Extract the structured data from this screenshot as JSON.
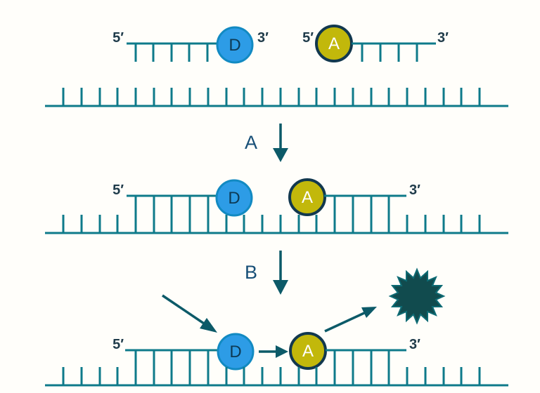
{
  "figure": {
    "probes_row": {
      "donor": {
        "five_prime_label": "5′",
        "three_prime_label": "3′",
        "letter": "D"
      },
      "acceptor": {
        "five_prime_label": "5′",
        "three_prime_label": "3′",
        "letter": "A"
      }
    },
    "steps": {
      "a": "A",
      "b": "B"
    },
    "hybridized_row": {
      "five_prime_label": "5′",
      "three_prime_label": "3′",
      "donor_letter": "D",
      "acceptor_letter": "A"
    },
    "fret_row": {
      "five_prime_label": "5′",
      "three_prime_label": "3′",
      "donor_letter": "D",
      "acceptor_letter": "A"
    },
    "colors": {
      "background": "#fffefa",
      "strand": "#0e7a8a",
      "arrow": "#0c5a68",
      "donor_fill": "#2d9ce6",
      "donor_border": "#128ac2",
      "donor_letter": "#0d3a55",
      "acceptor_fill": "#c2b80b",
      "acceptor_border": "#12384e",
      "acceptor_letter": "#ffffff",
      "prime_label": "#1f3b4a",
      "step_label": "#174f77",
      "burst_fill": "#114b4e",
      "burst_edge": "#0e6b74"
    }
  }
}
